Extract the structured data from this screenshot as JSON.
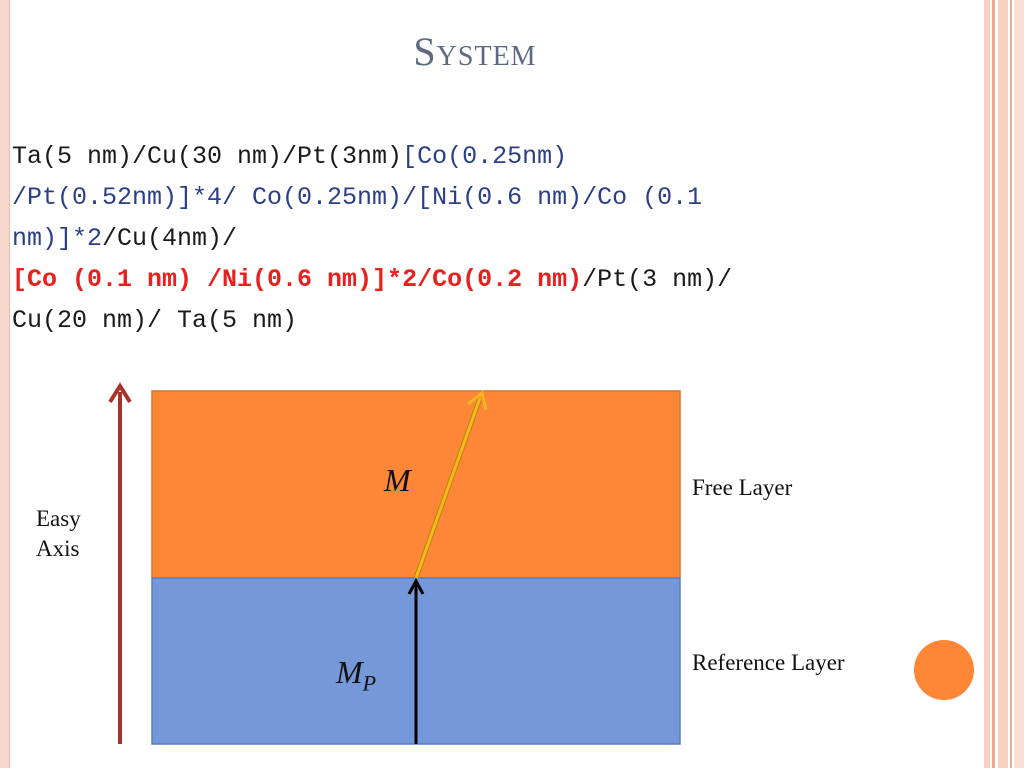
{
  "slide": {
    "title": "System"
  },
  "formula": {
    "line1a": "Ta(5 nm)/Cu(30 nm)/Pt(3nm)",
    "line1b": "[Co(0.25nm)",
    "line2": "/Pt(0.52nm)]*4/ Co(0.25nm)/[Ni(0.6 nm)/Co (0.1",
    "line3a": "nm)]*2",
    "line3b": "/Cu(4nm)/",
    "line4a": "[Co (0.1 nm) /Ni(0.6 nm)]*2/Co(0.2 nm)",
    "line4b": "/Pt(3 nm)/",
    "line5": "Cu(20 nm)/ Ta(5 nm)"
  },
  "diagram": {
    "easy_axis_line1": "Easy",
    "easy_axis_line2": "Axis",
    "free_layer": "Free Layer",
    "reference_layer": "Reference Layer",
    "m_label": "M",
    "mp_label": "M",
    "mp_sub": "P"
  },
  "colors": {
    "free_layer": "#fe8637",
    "reference_layer": "#7598d9",
    "easy_axis_arrow": "#a8332a",
    "m_arrow": "#f5b61e",
    "title": "#5d6a82",
    "accent_circle": "#fe8637"
  }
}
